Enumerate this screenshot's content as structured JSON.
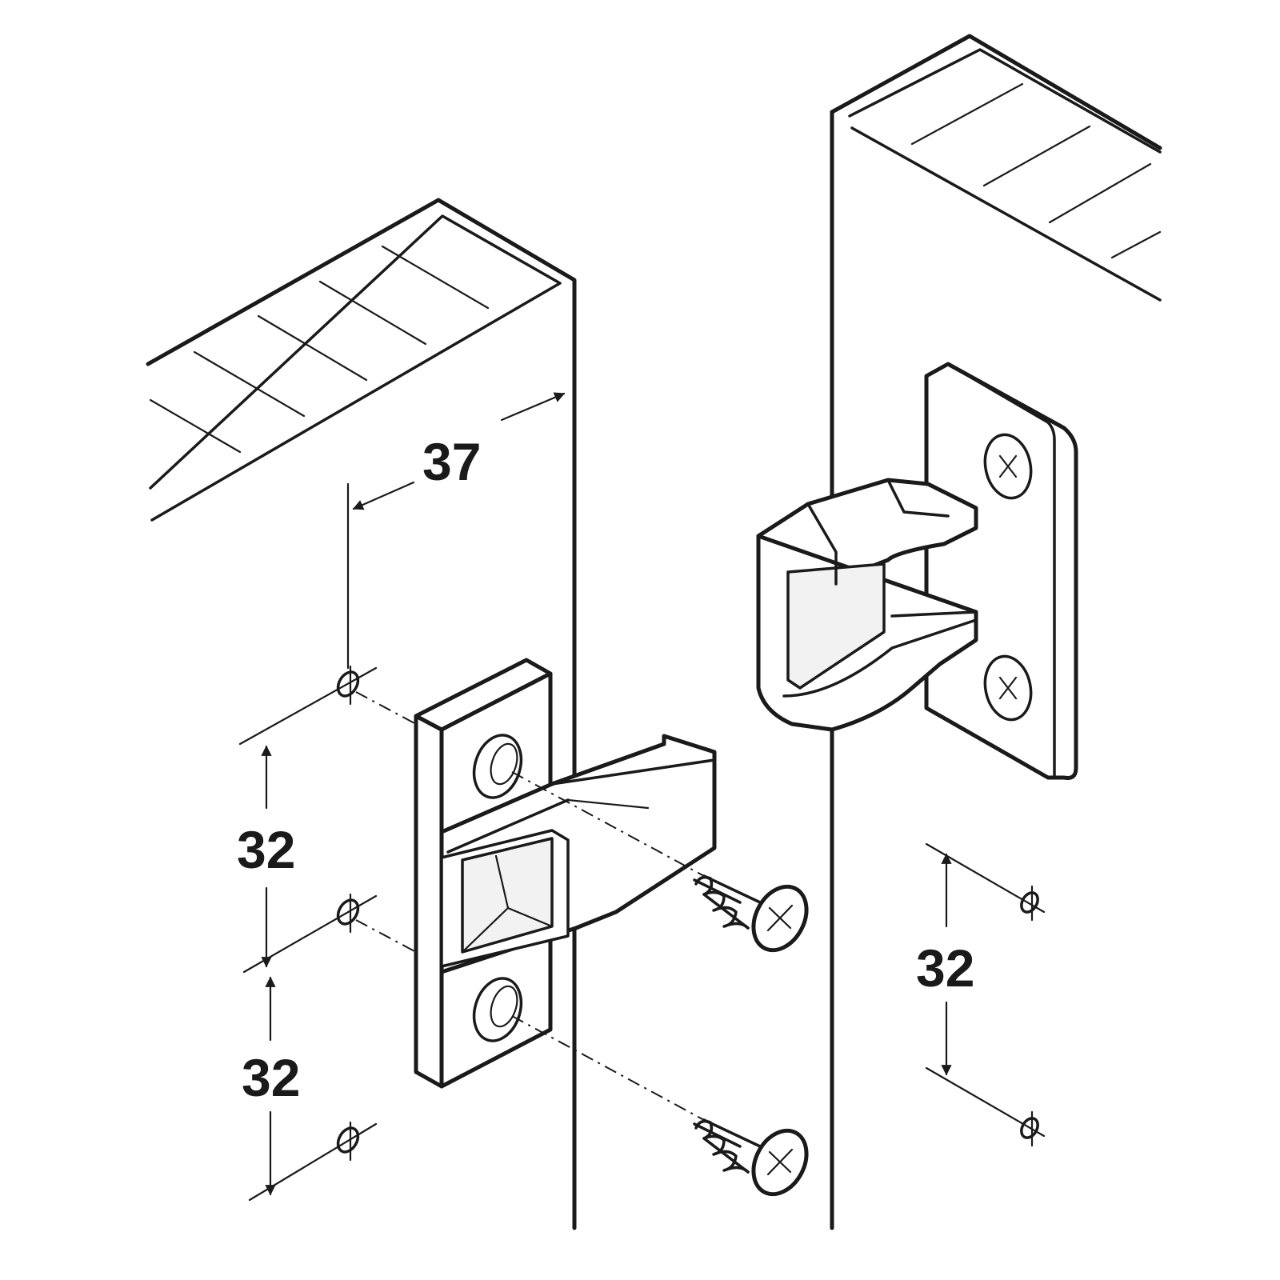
{
  "dimensions": {
    "setback": "37",
    "left_spacing_upper": "32",
    "left_spacing_lower": "32",
    "right_spacing": "32"
  },
  "colors": {
    "line": "#1a1a1a",
    "background": "#ffffff"
  }
}
